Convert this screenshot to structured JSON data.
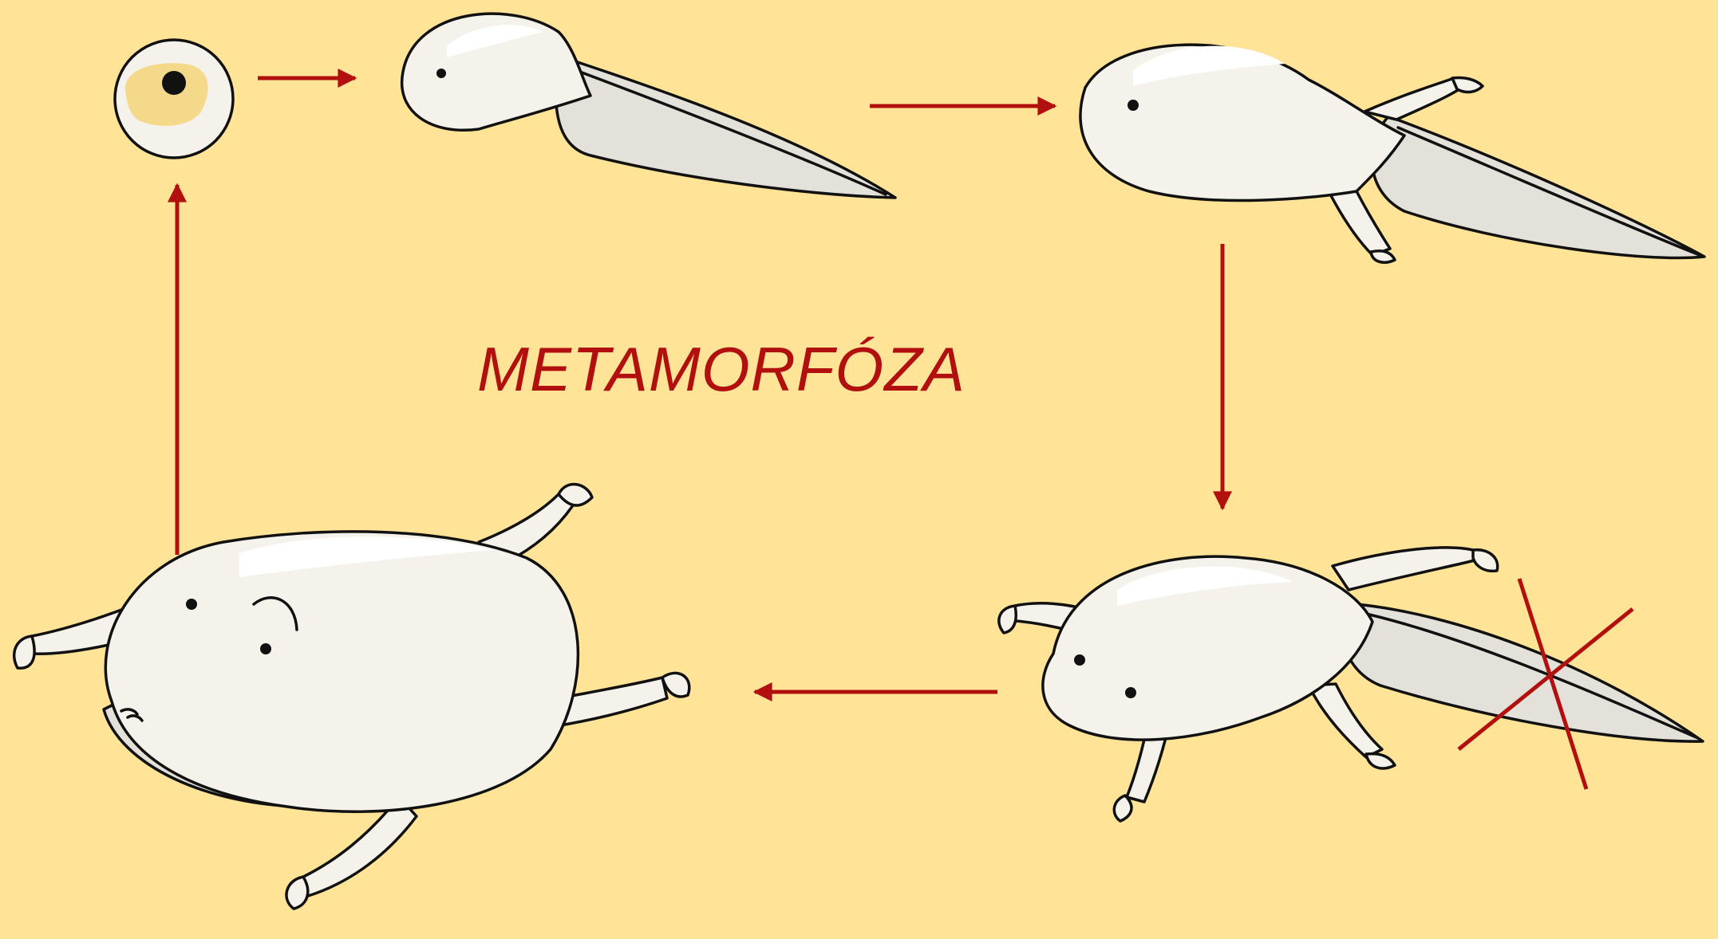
{
  "title": "METAMORFÓZA",
  "colors": {
    "background": "#FFE498",
    "accent": "#B20F0F",
    "body": "#F4F2EA",
    "outline": "#111111",
    "yolk": "#F5D98A"
  },
  "stages": [
    "egg",
    "tadpole",
    "tadpole-hind-legs",
    "froglet-tail-crossed",
    "frog"
  ]
}
